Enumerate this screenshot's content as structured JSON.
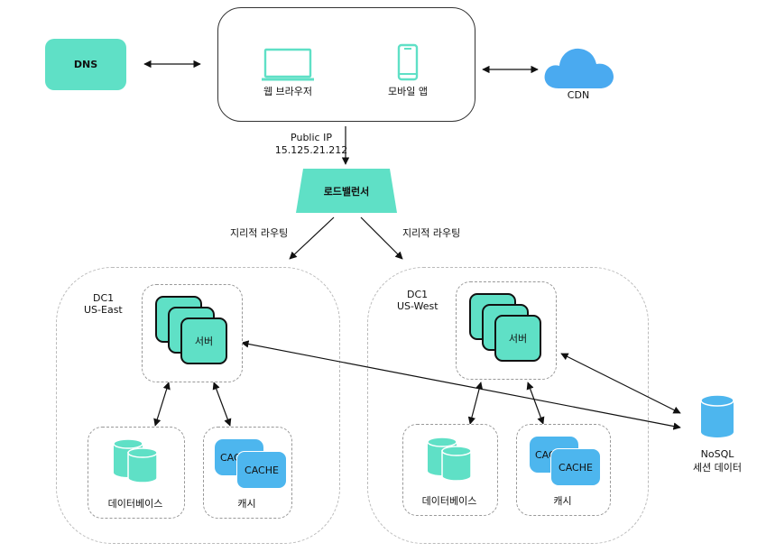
{
  "dns": {
    "label": "DNS"
  },
  "clients": {
    "web_browser": "웹 브라우저",
    "mobile_app": "모바일 앱"
  },
  "cdn": {
    "label": "CDN"
  },
  "public_ip": {
    "label": "Public IP",
    "address": "15.125.21.212"
  },
  "load_balancer": {
    "label": "로드밸런서"
  },
  "routing": {
    "left": "지리적 라우팅",
    "right": "지리적 라우팅"
  },
  "dc_east": {
    "name": "DC1",
    "region": "US-East",
    "server": "서버",
    "database": "데이터베이스",
    "cache": "캐시",
    "cache_back": "CAC",
    "cache_front": "CACHE"
  },
  "dc_west": {
    "name": "DC1",
    "region": "US-West",
    "server": "서버",
    "database": "데이터베이스",
    "cache": "캐시",
    "cache_back": "CAC",
    "cache_front": "CACHE"
  },
  "nosql": {
    "label": "NoSQL",
    "sublabel": "세션 데이터"
  },
  "colors": {
    "teal": "#5fe0c6",
    "blue": "#4db6ee",
    "cdn_blue": "#4aaaf0"
  }
}
